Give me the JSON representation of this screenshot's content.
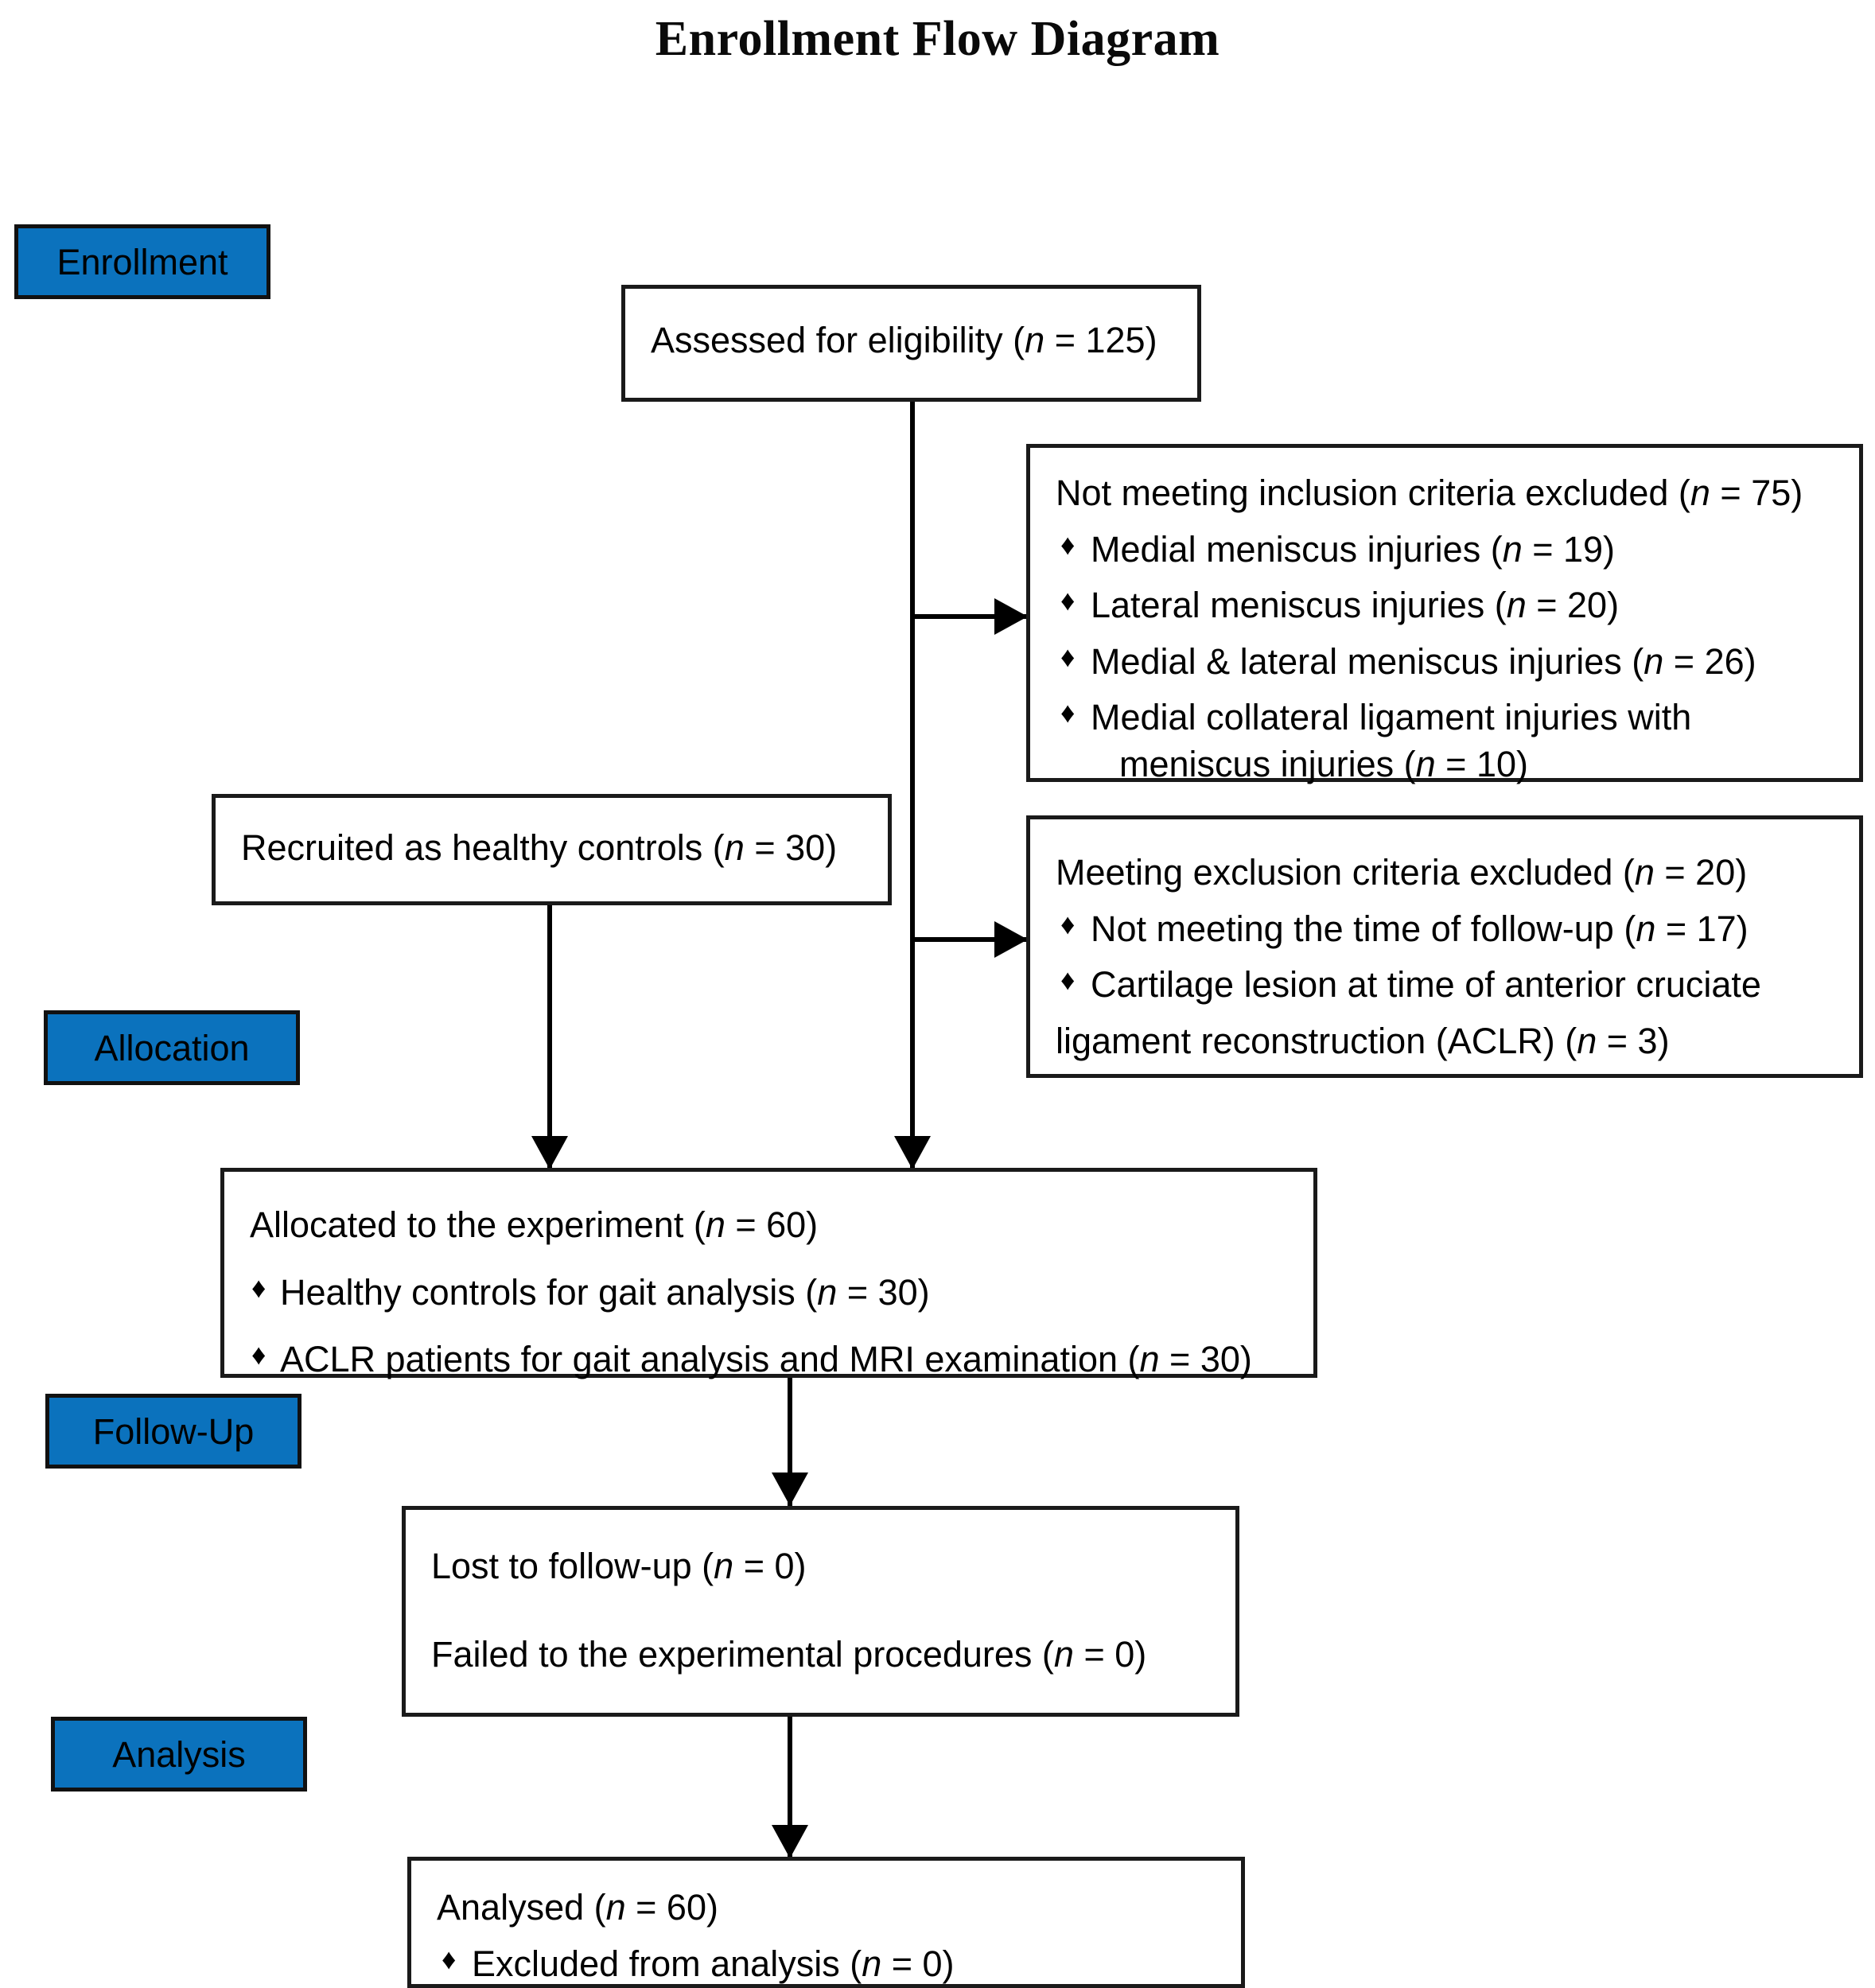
{
  "title": "Enrollment Flow Diagram",
  "colors": {
    "stage_label_fill": "#0b72bd",
    "stage_label_border": "#111111",
    "box_border": "#1a1a1a",
    "text": "#000000",
    "page_background": "#ffffff"
  },
  "stage_labels": [
    {
      "id": "enrollment",
      "label": "Enrollment"
    },
    {
      "id": "allocation",
      "label": "Allocation"
    },
    {
      "id": "follow_up",
      "label": "Follow-Up"
    },
    {
      "id": "analysis",
      "label": "Analysis"
    }
  ],
  "bullet_glyph": "♦",
  "nodes": {
    "assessed": {
      "line1_pre": "Assessed for eligibility (",
      "line1_n": "n",
      "line1_post": " = 125)"
    },
    "not_meeting_inclusion": {
      "heading_pre": "Not meeting inclusion criteria excluded (",
      "heading_n": "n",
      "heading_post": " = 75)",
      "items": [
        {
          "pre": "Medial meniscus injuries (",
          "n": "n",
          "post": " = 19)"
        },
        {
          "pre": "Lateral meniscus injuries (",
          "n": "n",
          "post": " = 20)"
        },
        {
          "pre": "Medial & lateral meniscus injuries (",
          "n": "n",
          "post": " = 26)"
        },
        {
          "pre": "Medial collateral ligament injuries with",
          "n": "",
          "post": ""
        }
      ],
      "item4_continuation_pre": "meniscus injuries (",
      "item4_continuation_n": "n",
      "item4_continuation_post": " = 10)"
    },
    "meeting_exclusion": {
      "heading_pre": "Meeting exclusion criteria excluded (",
      "heading_n": "n",
      "heading_post": " = 20)",
      "items": [
        {
          "pre": "Not meeting the time of follow-up (",
          "n": "n",
          "post": " = 17)"
        },
        {
          "pre": "Cartilage lesion at time of anterior cruciate",
          "n": "",
          "post": ""
        }
      ],
      "continuation_pre": "ligament reconstruction (ACLR) (",
      "continuation_n": "n",
      "continuation_post": " = 3)"
    },
    "healthy_controls": {
      "line1_pre": "Recruited as healthy controls (",
      "line1_n": "n",
      "line1_post": " = 30)"
    },
    "allocated": {
      "heading_pre": "Allocated to the experiment (",
      "heading_n": "n",
      "heading_post": " = 60)",
      "items": [
        {
          "pre": "Healthy controls for gait analysis (",
          "n": "n",
          "post": " = 30)"
        },
        {
          "pre": "ACLR patients for gait analysis and MRI examination (",
          "n": "n",
          "post": " = 30)"
        }
      ]
    },
    "follow_up_box": {
      "line1_pre": "Lost to follow-up (",
      "line1_n": "n",
      "line1_post": " = 0)",
      "line2_pre": "Failed to the experimental procedures (",
      "line2_n": "n",
      "line2_post": " = 0)"
    },
    "analysed": {
      "heading_pre": "Analysed (",
      "heading_n": "n",
      "heading_post": " = 60)",
      "items": [
        {
          "pre": "Excluded from analysis (",
          "n": "n",
          "post": " = 0)"
        }
      ]
    }
  }
}
